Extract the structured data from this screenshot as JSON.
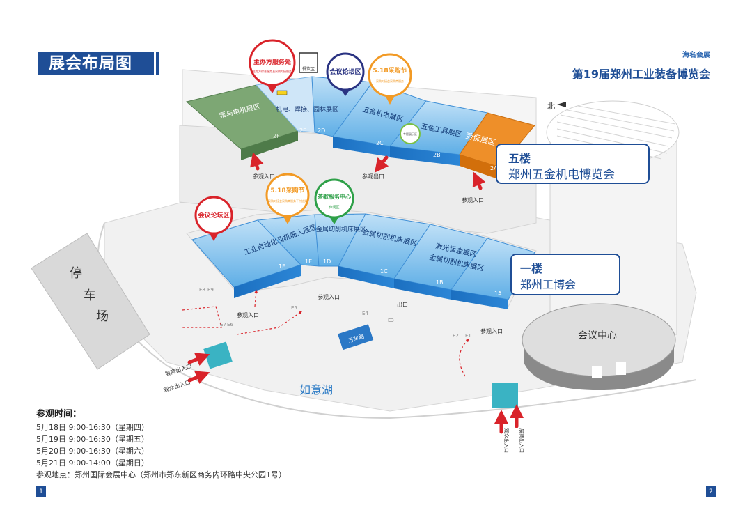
{
  "page_title": "展会布局图",
  "expo_name": "第19届郑州工业装备博览会",
  "logo_text": "海名会展",
  "north_label": "北",
  "lake_label": "如意湖",
  "parking_label": "停车场",
  "conference_center_label": "会议中心",
  "floor5": {
    "callout_title": "五楼",
    "callout_subtitle": "郑州五金机电博览会",
    "halls": [
      {
        "name": "泵与电机展区",
        "code": "2F"
      },
      {
        "name": "机电、焊接、园林展区",
        "code": "2E"
      },
      {
        "name": "",
        "code": "2D"
      },
      {
        "name": "五金机电展区",
        "code": "2C"
      },
      {
        "name": "五金工具展区",
        "code": "2B"
      },
      {
        "name": "劳保展区",
        "code": "2A"
      }
    ],
    "bubbles": [
      {
        "title": "主办方服务处",
        "detail": "主办方综合服务及采购对接服务"
      },
      {
        "title": "会议论坛区",
        "detail": ""
      },
      {
        "title": "5.18采购节",
        "detail": "采购对接会采购商服务"
      }
    ],
    "food_label": "餐饮区",
    "small_circle_label": "专题展示区",
    "entrances": [
      "参观入口",
      "参观出口",
      "参观入口"
    ]
  },
  "floor1": {
    "callout_title": "一楼",
    "callout_subtitle": "郑州工博会",
    "halls": [
      {
        "name": "工业自动化及机器人展区",
        "code": "1F"
      },
      {
        "name": "",
        "code": "1E"
      },
      {
        "name": "金属切削机床展区",
        "code": "1D"
      },
      {
        "name": "金属切削机床展区",
        "code": "1C"
      },
      {
        "name": "激光钣金展区",
        "code": "1B"
      },
      {
        "name": "金属切削机床展区",
        "code": "1A"
      }
    ],
    "bubbles": [
      {
        "title": "会议论坛区",
        "detail": ""
      },
      {
        "title": "5.18采购节",
        "detail": "采购对接会采购商服务下午抽奖"
      },
      {
        "title": "茶歇服务中心",
        "detail": "休闲区"
      }
    ],
    "entrances": [
      "参观入口",
      "参观入口",
      "出口",
      "参观入口"
    ],
    "gates": [
      "E8",
      "E9",
      "E7",
      "E6",
      "E5",
      "E4",
      "E3",
      "E2",
      "E1"
    ]
  },
  "ground": {
    "exhibitor_entrance": "展商出入口",
    "visitor_entrance": "观众出入口",
    "visitor_entrance_2": "观众出入口",
    "exhibitor_entrance_2": "展商出入口",
    "sign_label": "万车路"
  },
  "visit_info": {
    "heading": "参观时间：",
    "dates": [
      "5月18日 9:00-16:30（星期四）",
      "5月19日 9:00-16:30（星期五）",
      "5月20日 9:00-16:30（星期六）",
      "5月21日 9:00-14:00（星期日）"
    ],
    "address": "参观地点：郑州国际会展中心（郑州市郑东新区商务内环路中央公园1号）"
  },
  "pages": [
    "1",
    "2"
  ],
  "colors": {
    "brand_blue": "#1f4e96",
    "hall_blue": "#4a9fe0",
    "hall_green": "#6f9d68",
    "hall_orange": "#ef8a1e",
    "arrow_red": "#d9232a",
    "teal": "#3ab3c3",
    "orange_bubble": "#f29a25",
    "green_bubble": "#2ea048",
    "red_bubble": "#d9232a",
    "navy_bubble": "#2a3382"
  }
}
